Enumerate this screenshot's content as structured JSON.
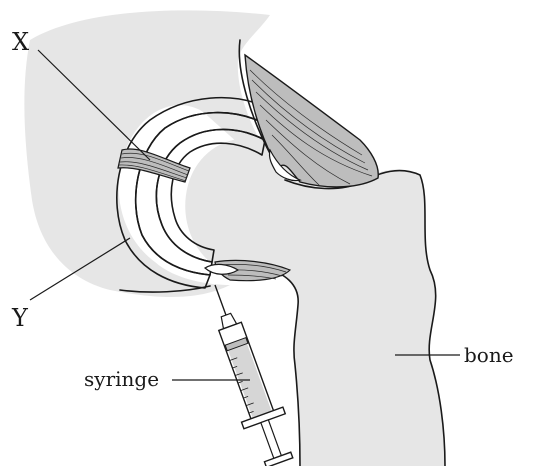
{
  "labels": {
    "x": "X",
    "y": "Y",
    "bone": "bone",
    "syringe": "syringe"
  },
  "colors": {
    "bone_fill": "#e6e6e6",
    "cartilage_fill": "#cfcfcf",
    "synovial_fluid_fill": "#ffffff",
    "ligament_fill": "#bdbdbd",
    "ink": "#1a1a1a"
  }
}
